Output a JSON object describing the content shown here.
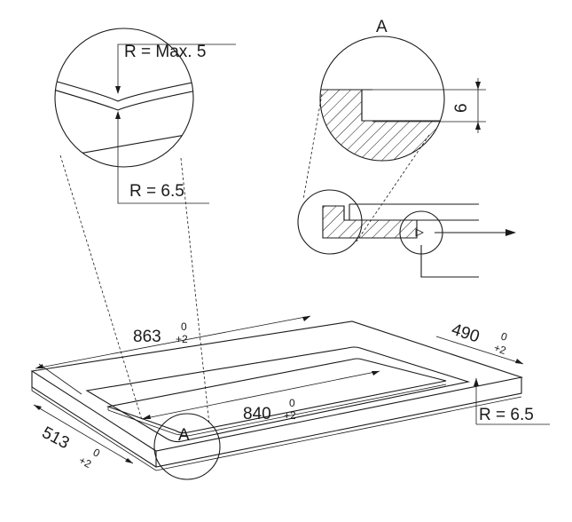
{
  "labels": {
    "radius_top": "R = Max. 5",
    "radius_mid": "R = 6.5",
    "radius_right": "R = 6.5",
    "detail_top": "A",
    "detail_bottom": "A",
    "depth": "6"
  },
  "dimensions": {
    "length_outer": {
      "value": "863",
      "tol_upper": "0",
      "tol_lower": "+2"
    },
    "length_inner": {
      "value": "840",
      "tol_upper": "0",
      "tol_lower": "+2"
    },
    "width_right": {
      "value": "490",
      "tol_upper": "0",
      "tol_lower": "+2"
    },
    "width_left": {
      "value": "513",
      "tol_upper": "0",
      "tol_lower": "+2"
    }
  }
}
